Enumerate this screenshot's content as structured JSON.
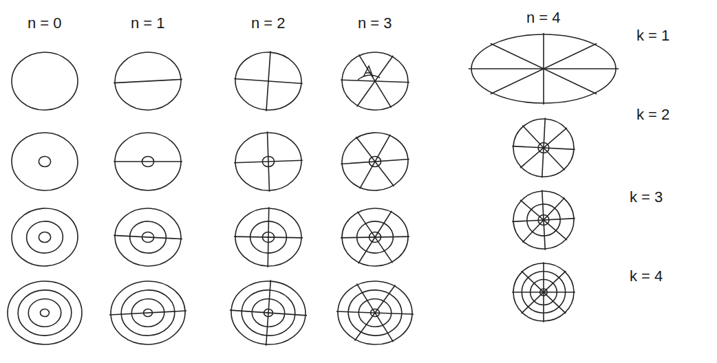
{
  "diagram": {
    "labels": [
      "n = 0",
      "n = 1",
      "n = 2",
      "n = 3",
      "n = 4",
      "k = 1",
      "k = 2",
      "k = 3",
      "k = 4"
    ]
  }
}
